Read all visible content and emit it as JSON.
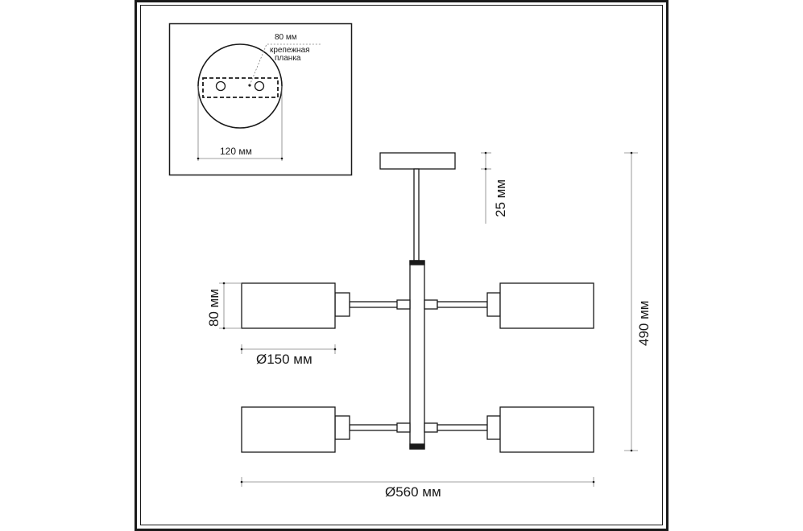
{
  "labels": {
    "bracket_width": "80 мм",
    "bracket_name_line1": "крепежная",
    "bracket_name_line2": "планка",
    "canopy_diameter": "120 мм",
    "canopy_height": "25 мм",
    "shade_height": "80 мм",
    "shade_diameter": "Ø150 мм",
    "total_height": "490 мм",
    "total_diameter": "Ø560 мм"
  },
  "colors": {
    "line": "#1a1a1a",
    "dimension": "#808080",
    "background": "#ffffff"
  }
}
